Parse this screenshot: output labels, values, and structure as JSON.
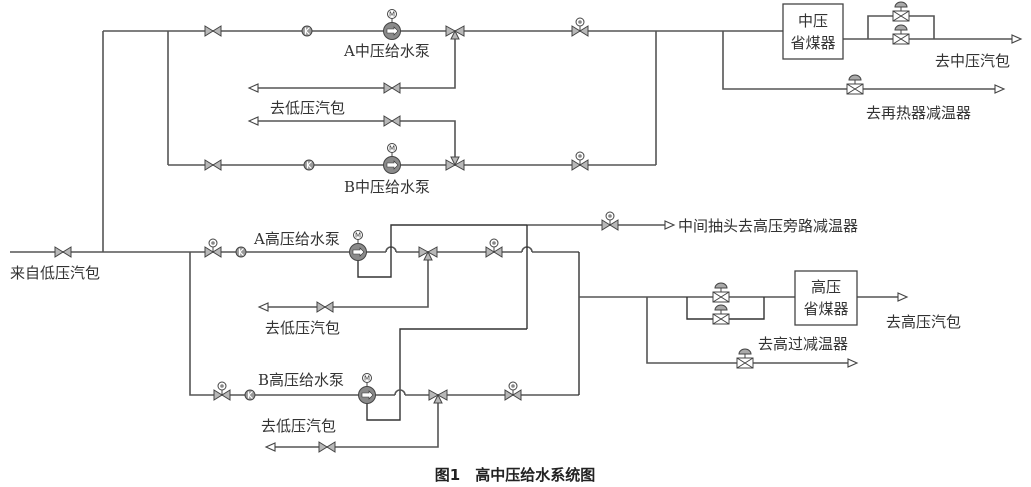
{
  "figure": {
    "caption": "图1　高中压给水系统图",
    "title": "高中压给水系统图"
  },
  "labels": {
    "from_lp_drum": "来自低压汽包",
    "ip_pump_a": "A中压给水泵",
    "ip_pump_b": "B中压给水泵",
    "ip_to_lp_drum": "去低压汽包",
    "ip_economizer_line1": "中压",
    "ip_economizer_line2": "省煤器",
    "to_ip_drum": "去中压汽包",
    "to_reheater_desuperheater": "去再热器减温器",
    "hp_pump_a": "A高压给水泵",
    "hp_pump_b": "B高压给水泵",
    "hp_a_to_lp_drum": "去低压汽包",
    "hp_b_to_lp_drum": "去低压汽包",
    "interstage_tap": "中间抽头去高压旁路减温器",
    "hp_economizer_line1": "高压",
    "hp_economizer_line2": "省煤器",
    "to_hp_drum": "去高压汽包",
    "to_hp_superheater_desuperheater": "去高过减温器"
  },
  "symbols": {
    "motor_letter": "M",
    "gate_valve": "gate-valve",
    "check_valve": "check-valve",
    "motor_valve": "motor-operated-valve",
    "three_way_valve": "three-way-valve",
    "control_valve": "control-valve",
    "pump": "centrifugal-pump"
  },
  "colors": {
    "pipe": "#555555",
    "valve_fill": "#b8b8b8",
    "text": "#333333"
  }
}
